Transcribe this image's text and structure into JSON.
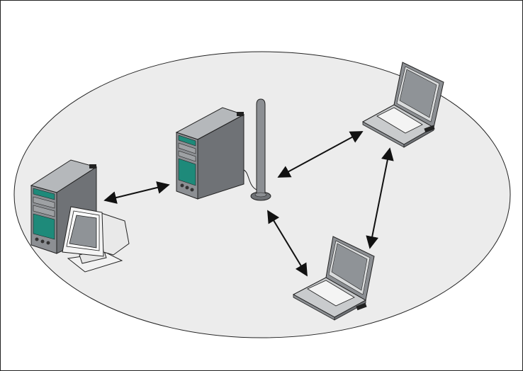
{
  "diagram": {
    "nodes": [
      {
        "id": "workstation",
        "icon": "desktop-computer-icon"
      },
      {
        "id": "server",
        "icon": "tower-server-icon"
      },
      {
        "id": "access-point",
        "icon": "antenna-icon"
      },
      {
        "id": "laptop-top",
        "icon": "laptop-icon"
      },
      {
        "id": "laptop-bottom",
        "icon": "laptop-icon"
      }
    ],
    "links": [
      {
        "from": "workstation",
        "to": "server",
        "style": "bidirectional"
      },
      {
        "from": "access-point",
        "to": "laptop-top",
        "style": "bidirectional"
      },
      {
        "from": "access-point",
        "to": "laptop-bottom",
        "style": "bidirectional"
      },
      {
        "from": "laptop-top",
        "to": "laptop-bottom",
        "style": "bidirectional"
      }
    ],
    "colors": {
      "area_fill": "#ececec",
      "tower_body": "#8c8f93",
      "tower_side": "#6f7276",
      "accent_teal": "#1e8a7a",
      "laptop_screen": "#8f9397",
      "monitor_shell": "#f2f2f2",
      "arrow": "#111111"
    }
  }
}
